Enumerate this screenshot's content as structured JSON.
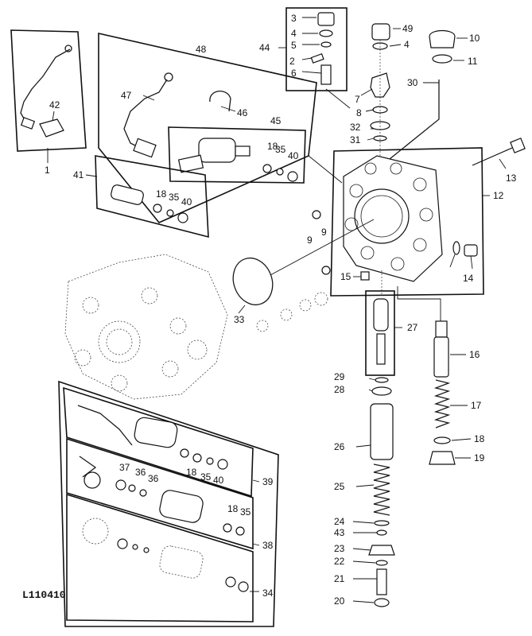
{
  "figure_code": "L110410",
  "labels": {
    "n1": "1",
    "n2": "2",
    "n3": "3",
    "n4a": "4",
    "n4b": "4",
    "n5": "5",
    "n6": "6",
    "n7": "7",
    "n8": "8",
    "n9a": "9",
    "n9b": "9",
    "n10": "10",
    "n11": "11",
    "n12": "12",
    "n13": "13",
    "n14": "14",
    "n15": "15",
    "n16": "16",
    "n17": "17",
    "n18a": "18",
    "n18b": "18",
    "n18c": "18",
    "n18d": "18",
    "n18e": "18",
    "n19": "19",
    "n20": "20",
    "n21": "21",
    "n22": "22",
    "n23": "23",
    "n24": "24",
    "n25": "25",
    "n26": "26",
    "n27": "27",
    "n28": "28",
    "n29": "29",
    "n30": "30",
    "n31": "31",
    "n32": "32",
    "n33": "33",
    "n34": "34",
    "n35a": "35",
    "n35b": "35",
    "n35c": "35",
    "n35d": "35",
    "n36a": "36",
    "n36b": "36",
    "n37": "37",
    "n38": "38",
    "n39": "39",
    "n40a": "40",
    "n40b": "40",
    "n40c": "40",
    "n41": "41",
    "n42": "42",
    "n43": "43",
    "n44": "44",
    "n45": "45",
    "n46": "46",
    "n47": "47",
    "n48": "48",
    "n49": "49"
  }
}
